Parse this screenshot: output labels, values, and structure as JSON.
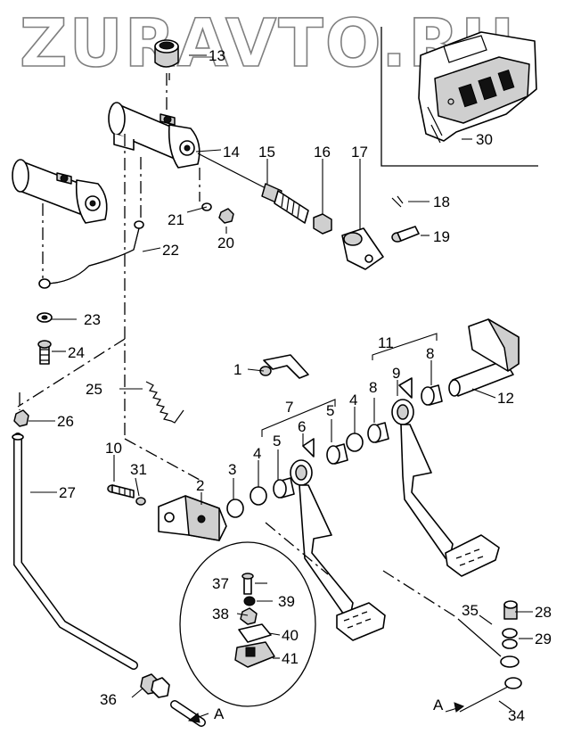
{
  "watermark": "ZURAVTO.RU",
  "callouts": [
    {
      "id": "c1",
      "text": "1"
    },
    {
      "id": "c2",
      "text": "2"
    },
    {
      "id": "c3",
      "text": "3"
    },
    {
      "id": "c4a",
      "text": "4"
    },
    {
      "id": "c4b",
      "text": "4"
    },
    {
      "id": "c5a",
      "text": "5"
    },
    {
      "id": "c5b",
      "text": "5"
    },
    {
      "id": "c6",
      "text": "6"
    },
    {
      "id": "c7",
      "text": "7"
    },
    {
      "id": "c8a",
      "text": "8"
    },
    {
      "id": "c8b",
      "text": "8"
    },
    {
      "id": "c9",
      "text": "9"
    },
    {
      "id": "c10",
      "text": "10"
    },
    {
      "id": "c11",
      "text": "11"
    },
    {
      "id": "c12",
      "text": "12"
    },
    {
      "id": "c13",
      "text": "13"
    },
    {
      "id": "c14",
      "text": "14"
    },
    {
      "id": "c15",
      "text": "15"
    },
    {
      "id": "c16",
      "text": "16"
    },
    {
      "id": "c17",
      "text": "17"
    },
    {
      "id": "c18",
      "text": "18"
    },
    {
      "id": "c19",
      "text": "19"
    },
    {
      "id": "c20",
      "text": "20"
    },
    {
      "id": "c21",
      "text": "21"
    },
    {
      "id": "c22",
      "text": "22"
    },
    {
      "id": "c23",
      "text": "23"
    },
    {
      "id": "c24",
      "text": "24"
    },
    {
      "id": "c25",
      "text": "25"
    },
    {
      "id": "c26",
      "text": "26"
    },
    {
      "id": "c27",
      "text": "27"
    },
    {
      "id": "c28",
      "text": "28"
    },
    {
      "id": "c29",
      "text": "29"
    },
    {
      "id": "c30",
      "text": "30"
    },
    {
      "id": "c31",
      "text": "31"
    },
    {
      "id": "c34",
      "text": "34"
    },
    {
      "id": "c35",
      "text": "35"
    },
    {
      "id": "c36",
      "text": "36"
    },
    {
      "id": "c37",
      "text": "37"
    },
    {
      "id": "c38",
      "text": "38"
    },
    {
      "id": "c39",
      "text": "39"
    },
    {
      "id": "c40",
      "text": "40"
    },
    {
      "id": "c41",
      "text": "41"
    }
  ],
  "markers": {
    "a_bottom": "A",
    "a_right": "A"
  }
}
